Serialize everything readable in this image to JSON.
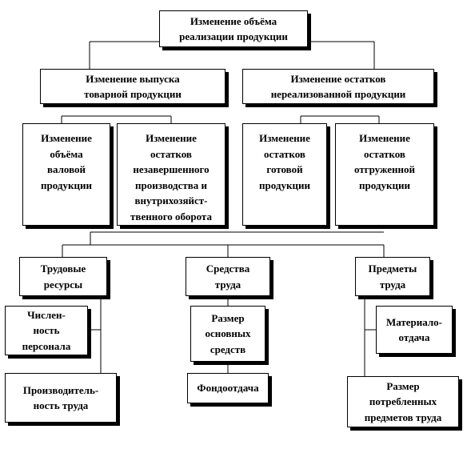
{
  "nodes": {
    "root": "Изменение объёма\nреализации продукции",
    "output": "Изменение выпуска\nтоварной продукции",
    "remains": "Изменение остатков\nнереализованной продукции",
    "gross": "Изменение\nобъёма\nваловой\nпродукции",
    "wip": "Изменение\nостатков\nнезавершенного\nпроизводства и\nвнутрихозяйст-\nтвенного оборота",
    "finished": "Изменение\nостатков\nготовой\nпродукции",
    "shipped": "Изменение\nостатков\nотгруженной\nпродукции",
    "labor": "Трудовые\nресурсы",
    "means": "Средства\nтруда",
    "objects": "Предметы\nтруда",
    "headcount": "Числен-\nность\nперсонала",
    "productivity": "Производитель-\nность труда",
    "fixed_assets": "Размер\nосновных\nсредств",
    "capital_productivity": "Фондоотдача",
    "material_return": "Материало-\nотдача",
    "consumed": "Размер\nпотребленных\nпредметов труда"
  }
}
